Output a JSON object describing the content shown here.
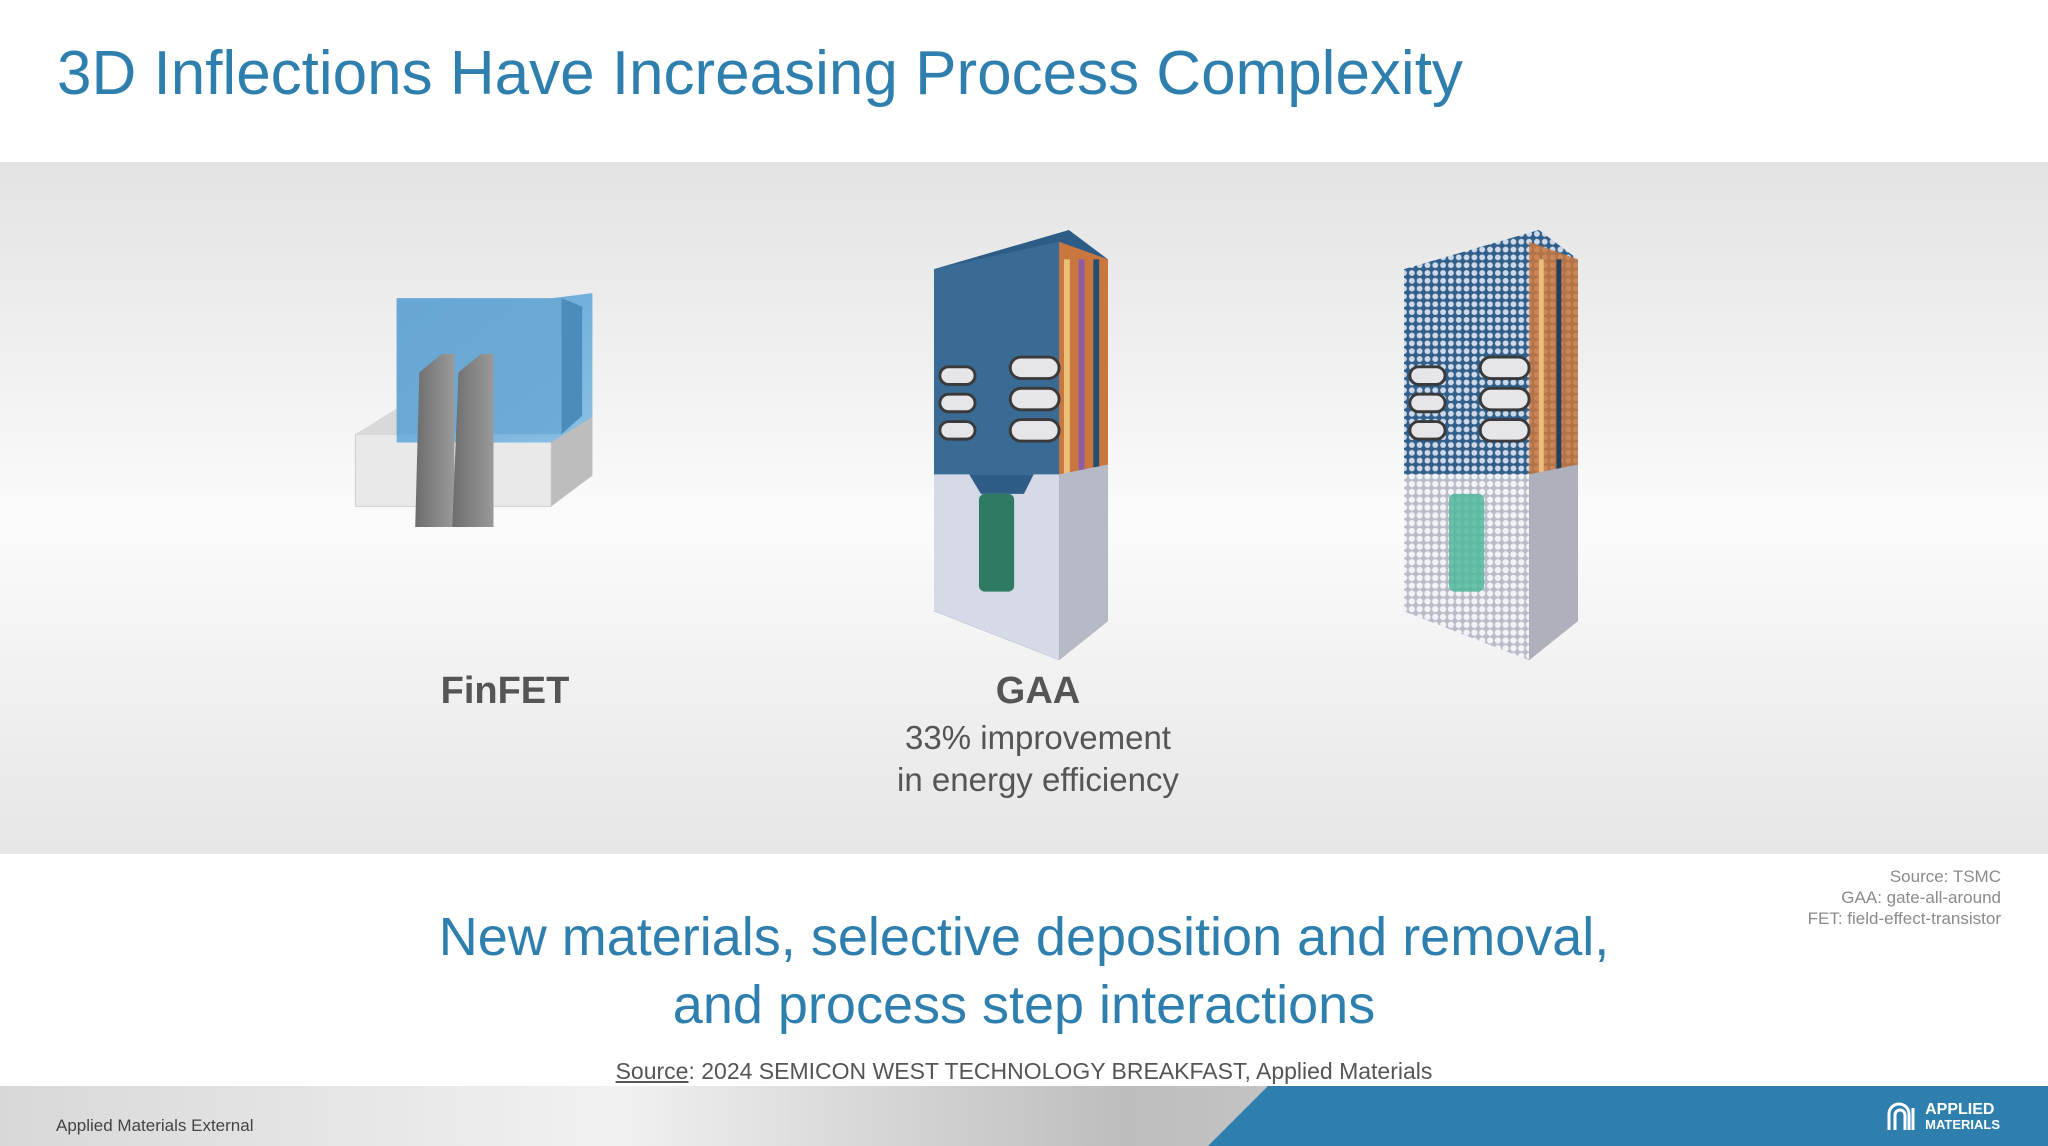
{
  "slide": {
    "title": "3D Inflections Have Increasing Process Complexity"
  },
  "figures": [
    {
      "label": "FinFET",
      "subtitle_lines": []
    },
    {
      "label": "GAA",
      "subtitle_lines": [
        "33% improvement",
        "in energy efficiency"
      ]
    },
    {
      "label": "",
      "subtitle_lines": []
    }
  ],
  "notes": [
    "Source: TSMC",
    "GAA: gate-all-around",
    "FET: field-effect-transistor"
  ],
  "tagline": {
    "line1": "New materials, selective deposition and removal,",
    "line2": "and process step interactions"
  },
  "source": {
    "prefix": "Source",
    "text": ": 2024 SEMICON WEST TECHNOLOGY BREAKFAST, Applied Materials"
  },
  "footer": {
    "classification": "Applied Materials External",
    "logo_line1": "APPLIED",
    "logo_line2": "MATERIALS",
    "logo_icon": "applied-materials-logo-icon"
  },
  "colors": {
    "title_blue": "#2e7fae",
    "gate_blue": "#3a6b94",
    "oxide_blue": "#6aa8d3",
    "channel_green": "#2f7a63",
    "label_grey": "#555555"
  }
}
